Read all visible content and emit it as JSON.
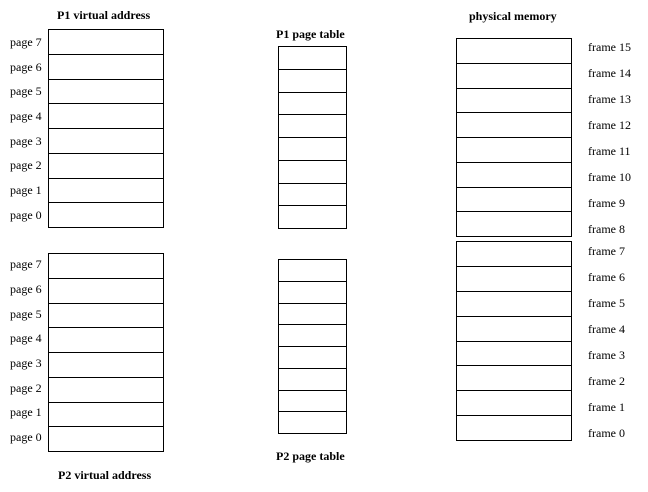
{
  "titles": {
    "p1_virtual": "P1 virtual address",
    "p1_table": "P1 page table",
    "physical": "physical memory",
    "p2_table": "P2 page table",
    "p2_virtual": "P2 virtual address"
  },
  "p1_pages": [
    "page 7",
    "page 6",
    "page 5",
    "page 4",
    "page 3",
    "page 2",
    "page 1",
    "page 0"
  ],
  "p2_pages": [
    "page 7",
    "page 6",
    "page 5",
    "page 4",
    "page 3",
    "page 2",
    "page 1",
    "page 0"
  ],
  "frames_upper": [
    "frame 15",
    "frame 14",
    "frame 13",
    "frame 12",
    "frame 11",
    "frame 10",
    "frame 9",
    "frame 8"
  ],
  "frames_lower": [
    "frame 7",
    "frame 6",
    "frame 5",
    "frame 4",
    "frame 3",
    "frame 2",
    "frame 1",
    "frame 0"
  ]
}
